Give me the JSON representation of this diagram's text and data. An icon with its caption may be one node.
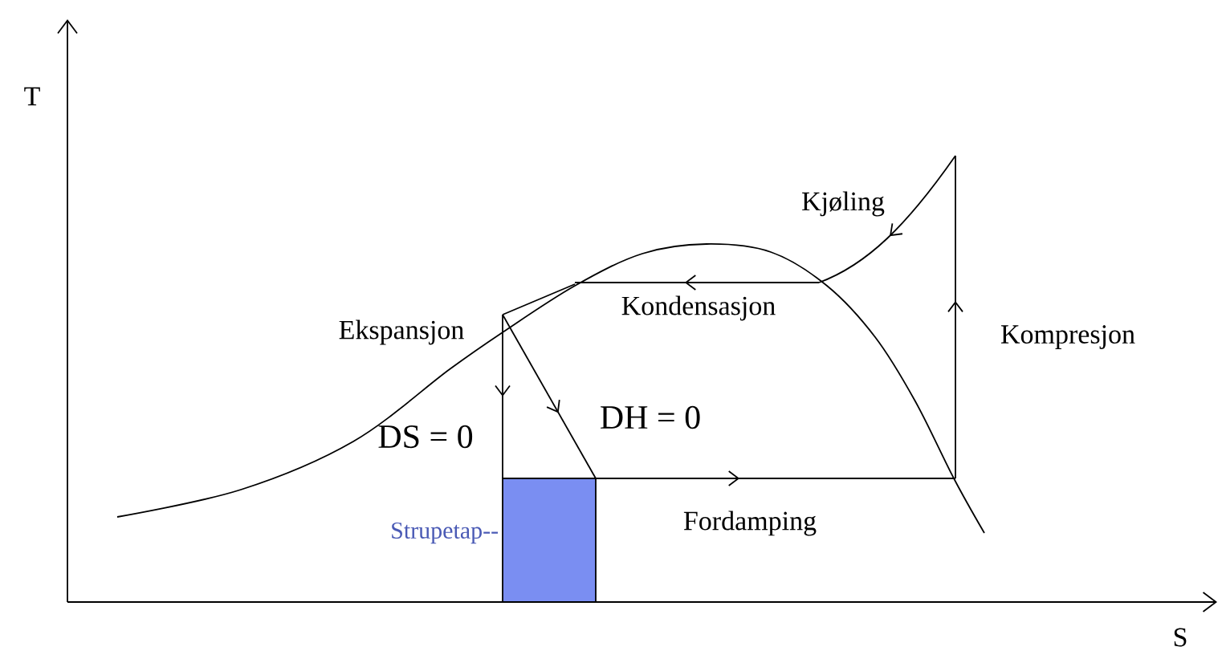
{
  "diagram": {
    "labels": [
      "T",
      "Kjøling",
      "Kondensasjon",
      "Ekspansjon",
      "Kompresjon",
      "DH = 0",
      "DS = 0",
      "Fordamping",
      "Strupetap--",
      "S"
    ]
  }
}
